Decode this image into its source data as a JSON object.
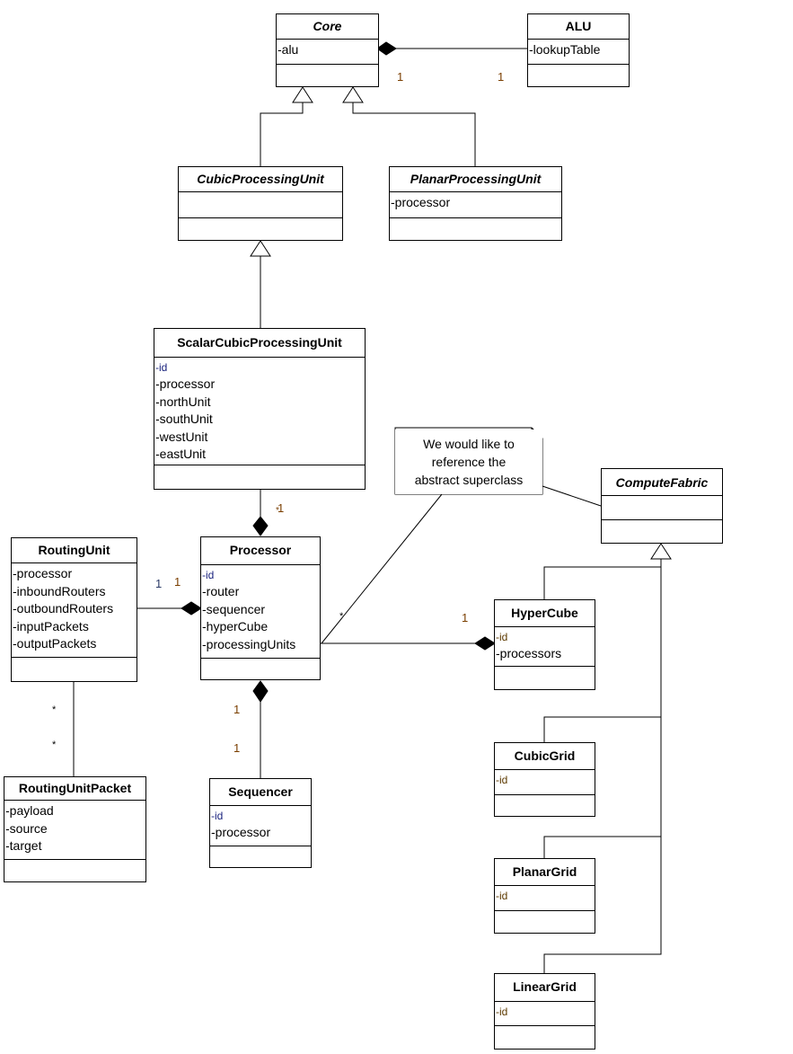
{
  "classes": {
    "core": {
      "name": "Core",
      "attributes": [
        "-alu"
      ]
    },
    "alu": {
      "name": "ALU",
      "attributes": [
        "-lookupTable"
      ]
    },
    "cubic_pu": {
      "name": "CubicProcessingUnit",
      "attributes": []
    },
    "planar_pu": {
      "name": "PlanarProcessingUnit",
      "attributes": [
        "-processor"
      ]
    },
    "scalar_cubic_pu": {
      "name": "ScalarCubicProcessingUnit",
      "attributes": [
        "-id",
        "-processor",
        "-northUnit",
        "-southUnit",
        "-westUnit",
        "-eastUnit"
      ]
    },
    "routing_unit": {
      "name": "RoutingUnit",
      "attributes": [
        "-processor",
        "-inboundRouters",
        "-outboundRouters",
        "-inputPackets",
        "-outputPackets"
      ]
    },
    "processor": {
      "name": "Processor",
      "attributes": [
        "-id",
        "-router",
        "-sequencer",
        "-hyperCube",
        "-processingUnits"
      ]
    },
    "compute_fabric": {
      "name": "ComputeFabric",
      "attributes": []
    },
    "hyper_cube": {
      "name": "HyperCube",
      "attributes": [
        "-id",
        "-processors"
      ]
    },
    "cubic_grid": {
      "name": "CubicGrid",
      "attributes": [
        "-id"
      ]
    },
    "planar_grid": {
      "name": "PlanarGrid",
      "attributes": [
        "-id"
      ]
    },
    "linear_grid": {
      "name": "LinearGrid",
      "attributes": [
        "-id"
      ]
    },
    "routing_unit_packet": {
      "name": "RoutingUnitPacket",
      "attributes": [
        "-payload",
        "-source",
        "-target"
      ]
    },
    "sequencer": {
      "name": "Sequencer",
      "attributes": [
        "-id",
        "-processor"
      ]
    }
  },
  "note": {
    "lines": [
      "We would like to",
      "reference the",
      "abstract superclass"
    ]
  },
  "multiplicities": {
    "core_alu_core": "1",
    "core_alu_alu": "1",
    "scalar_processor": "1",
    "scalar_processor_star": "*",
    "routing_processor_left": "1",
    "routing_processor_right": "1",
    "processor_hypercube_star": "*",
    "processor_hypercube_one": "1",
    "routing_packet_top": "*",
    "routing_packet_bottom": "*",
    "processor_sequencer_top": "1",
    "processor_sequencer_bottom": "1"
  },
  "colors": {
    "line": "#000000",
    "multiplicity": "#7a3e00",
    "id_attribute": "#1a237e"
  }
}
